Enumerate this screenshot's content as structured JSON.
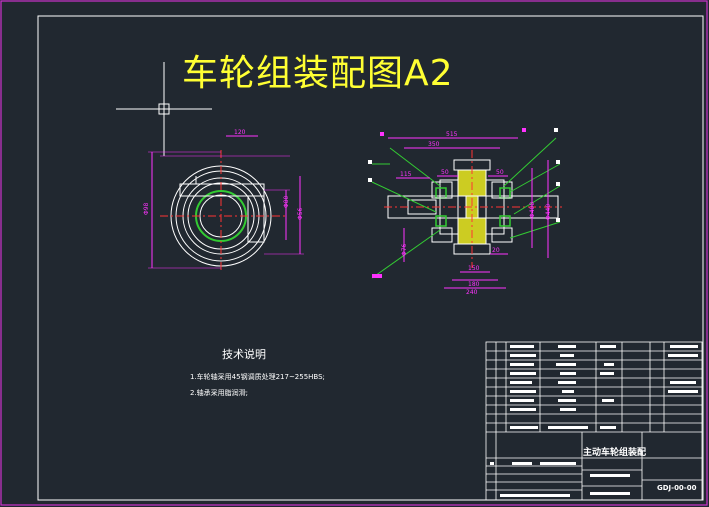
{
  "drawing": {
    "title": "车轮组装配图A2",
    "notes_title": "技术说明",
    "notes": [
      "1.车轮轴采用45钢调质处理217~255HBS;",
      "2.轴承采用脂润滑;"
    ],
    "title_block": {
      "part_name": "主动车轮组装配",
      "drawing_code": "GDJ-00-00"
    },
    "dimensions": {
      "front_view": [
        "120",
        "Φ98",
        "Φ80",
        "Φ56"
      ],
      "section_view": [
        "515",
        "350",
        "115",
        "50",
        "50",
        "Φ400",
        "Φ440",
        "Φ76",
        "20",
        "150",
        "180",
        "240"
      ]
    }
  }
}
